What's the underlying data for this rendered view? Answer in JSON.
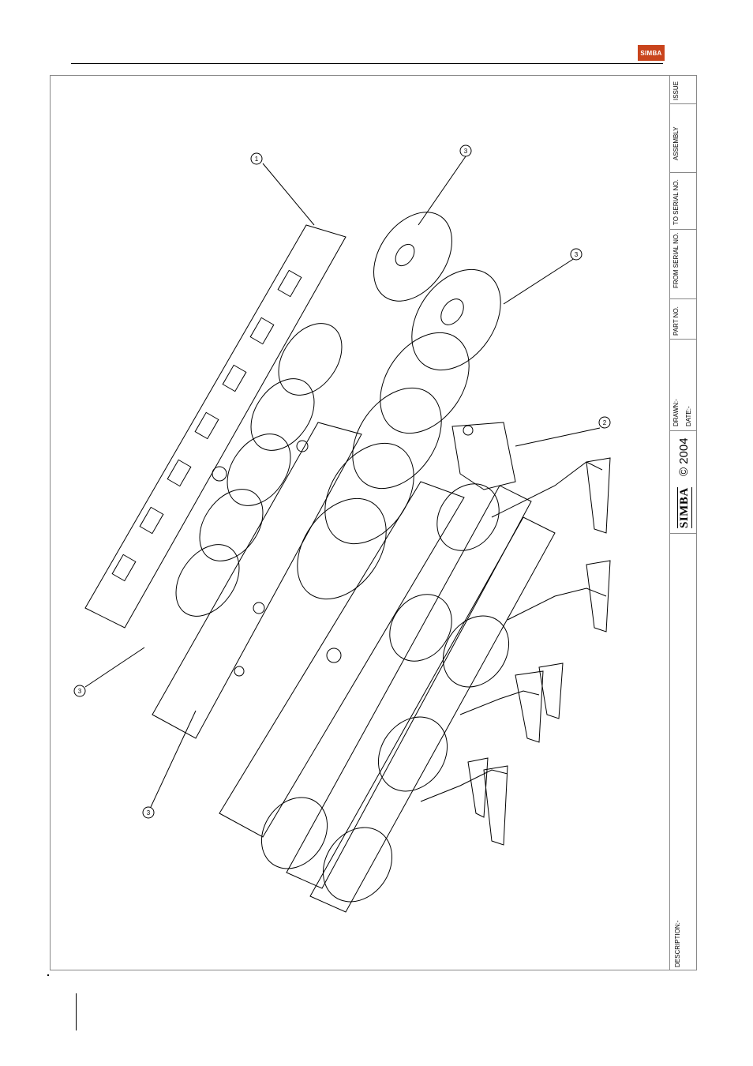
{
  "header": {
    "logo_text": "SIMBA"
  },
  "title_block": {
    "issue_label": "ISSUE",
    "assembly_label": "ASSEMBLY",
    "to_serial_label": "TO SERIAL NO.",
    "from_serial_label": "FROM SERIAL NO.",
    "part_no_label": "PART NO.",
    "drawn_label": "DRAWN:-",
    "date_label": "DATE:-",
    "copyright": "© 2004",
    "brand": "SIMBA",
    "description_label": "DESCRIPTION:-"
  },
  "callouts": [
    "1",
    "3",
    "3",
    "2",
    "3",
    "3"
  ]
}
